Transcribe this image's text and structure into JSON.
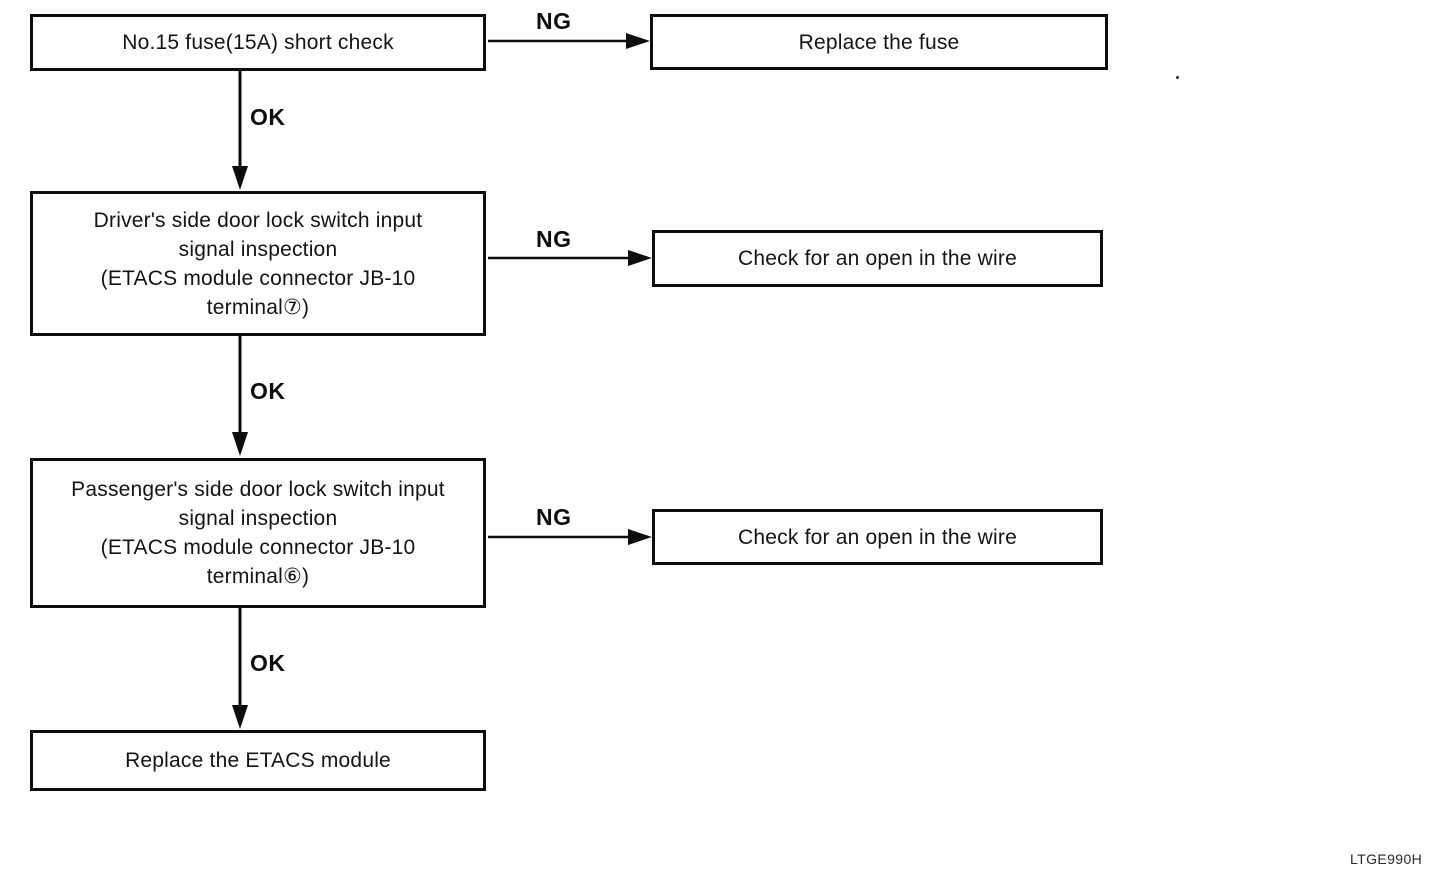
{
  "colors": {
    "ink": "#111111",
    "paper": "#ffffff"
  },
  "figure": {
    "code": "LTGE990H"
  },
  "flowchart": {
    "nodes": [
      {
        "id": "fuse-check",
        "type": "step",
        "lines": [
          "No.15 fuse(15A) short check"
        ]
      },
      {
        "id": "replace-fuse",
        "type": "action",
        "lines": [
          "Replace the fuse"
        ]
      },
      {
        "id": "driver-door-lock-inspection",
        "type": "step",
        "lines": [
          "Driver's side door lock switch input",
          "signal inspection",
          "(ETACS module connector JB-10",
          "terminal⑦)"
        ]
      },
      {
        "id": "check-wire-driver",
        "type": "action",
        "lines": [
          "Check for an open in the wire"
        ]
      },
      {
        "id": "passenger-door-lock-inspection",
        "type": "step",
        "lines": [
          "Passenger's side door lock switch input",
          "signal inspection",
          "(ETACS module connector JB-10",
          "terminal⑥)"
        ]
      },
      {
        "id": "check-wire-passenger",
        "type": "action",
        "lines": [
          "Check for an open in the wire"
        ]
      },
      {
        "id": "replace-etacs",
        "type": "action",
        "lines": [
          "Replace the ETACS module"
        ]
      }
    ],
    "edges": [
      {
        "from": "fuse-check",
        "to": "replace-fuse",
        "label": "NG"
      },
      {
        "from": "fuse-check",
        "to": "driver-door-lock-inspection",
        "label": "OK"
      },
      {
        "from": "driver-door-lock-inspection",
        "to": "check-wire-driver",
        "label": "NG"
      },
      {
        "from": "driver-door-lock-inspection",
        "to": "passenger-door-lock-inspection",
        "label": "OK"
      },
      {
        "from": "passenger-door-lock-inspection",
        "to": "check-wire-passenger",
        "label": "NG"
      },
      {
        "from": "passenger-door-lock-inspection",
        "to": "replace-etacs",
        "label": "OK"
      }
    ]
  }
}
